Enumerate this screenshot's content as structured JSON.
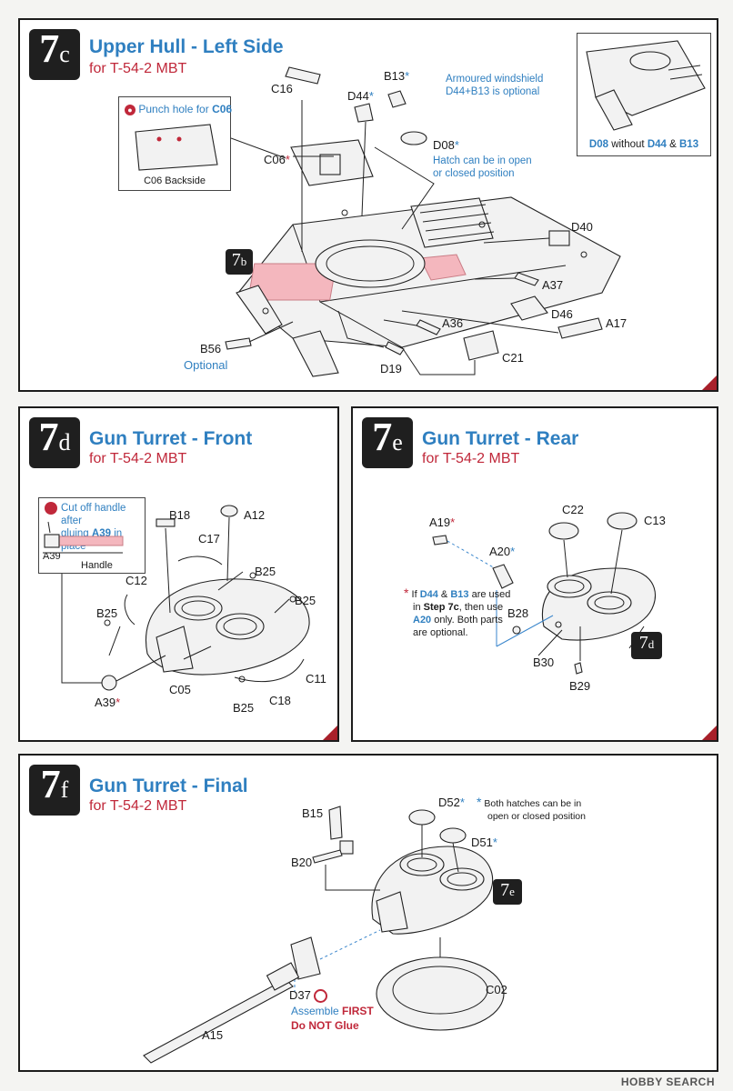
{
  "panel_7c": {
    "step_num": "7",
    "step_letter": "c",
    "title": "Upper Hull - Left Side",
    "subtitle": "for T-54-2 MBT",
    "punch_prefix": "Punch hole for ",
    "punch_part": "C06",
    "backside": "C06 Backside",
    "ref": "7",
    "ref_letter": "b",
    "parts": {
      "c16": "C16",
      "b13": "B13",
      "d44": "D44",
      "c06": "C06",
      "d08": "D08",
      "d40": "D40",
      "a37": "A37",
      "d46": "D46",
      "a36": "A36",
      "a17": "A17",
      "c21": "C21",
      "d19": "D19",
      "b56": "B56"
    },
    "asterisk": "*",
    "note_windshield_1": "Armoured windshield",
    "note_windshield_2": "D44+B13 is optional",
    "note_hatch_1": "Hatch can be in open",
    "note_hatch_2": "or closed position",
    "optional": "Optional",
    "inset_a": "D08",
    "inset_mid": " without ",
    "inset_b": "D44",
    "inset_amp": " & ",
    "inset_c": "B13"
  },
  "panel_7d": {
    "step_num": "7",
    "step_letter": "d",
    "title": "Gun Turret - Front",
    "subtitle": "for T-54-2 MBT",
    "cut_1": "Cut off handle after",
    "cut_2a": "gluing ",
    "cut_2b": "A39",
    "cut_2c": " in place",
    "inset_a39": "A39",
    "inset_handle": "Handle",
    "parts": {
      "b18": "B18",
      "a12": "A12",
      "c17": "C17",
      "b25a": "B25",
      "c12": "C12",
      "b25b": "B25",
      "b25c": "B25",
      "a39": "A39",
      "c05": "C05",
      "b25d": "B25",
      "c18": "C18",
      "c11": "C11"
    },
    "asterisk": "*"
  },
  "panel_7e": {
    "step_num": "7",
    "step_letter": "e",
    "title": "Gun Turret - Rear",
    "subtitle": "for T-54-2 MBT",
    "parts": {
      "c22": "C22",
      "c13": "C13",
      "a19": "A19",
      "a20": "A20",
      "b28": "B28",
      "b30": "B30",
      "b29": "B29"
    },
    "asterisk": "*",
    "note_1a": "If ",
    "note_1b": "D44",
    "note_1c": " & ",
    "note_1d": "B13",
    "note_1e": " are used",
    "note_2a": "in ",
    "note_2b": "Step 7c",
    "note_2c": ", then use",
    "note_3a": "A20",
    "note_3b": " only.  Both parts",
    "note_4": "are optional.",
    "ref": "7",
    "ref_letter": "d"
  },
  "panel_7f": {
    "step_num": "7",
    "step_letter": "f",
    "title": "Gun Turret - Final",
    "subtitle": "for T-54-2 MBT",
    "parts": {
      "b15": "B15",
      "b20": "B20",
      "d52": "D52",
      "d51": "D51",
      "d37": "D37",
      "c02": "C02",
      "a15": "A15"
    },
    "asterisk": "*",
    "hatch_note_1": "Both hatches can be in",
    "hatch_note_2": "open or closed position",
    "assemble_a": "Assemble ",
    "assemble_b": "FIRST",
    "no_glue": "Do NOT Glue",
    "ref": "7",
    "ref_letter": "e"
  },
  "footer": "HOBBY SEARCH"
}
